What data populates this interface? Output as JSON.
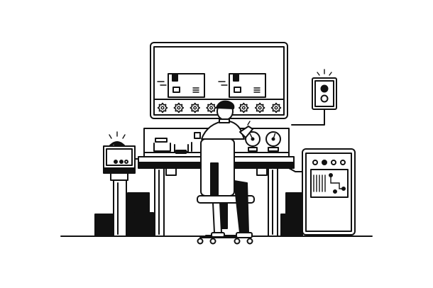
{
  "scene": {
    "subject": "operator-at-control-console",
    "icons": [
      "monitor-icon",
      "conveyor-belt-icon",
      "package-box-icon",
      "gear-icon",
      "warning-beacon-icon",
      "traffic-light-icon",
      "gauge-icon",
      "control-cabinet-icon",
      "office-chair-icon",
      "operator-figure-icon"
    ],
    "colors": {
      "ink": "#111111",
      "paper": "#ffffff"
    },
    "conveyor": {
      "packages": 2,
      "gears": 8
    },
    "gauges": [
      {
        "name": "left-gauge",
        "level": 0.35
      },
      {
        "name": "right-gauge",
        "level": 0.6
      }
    ],
    "traffic_light": {
      "active_lamp": "top"
    }
  }
}
